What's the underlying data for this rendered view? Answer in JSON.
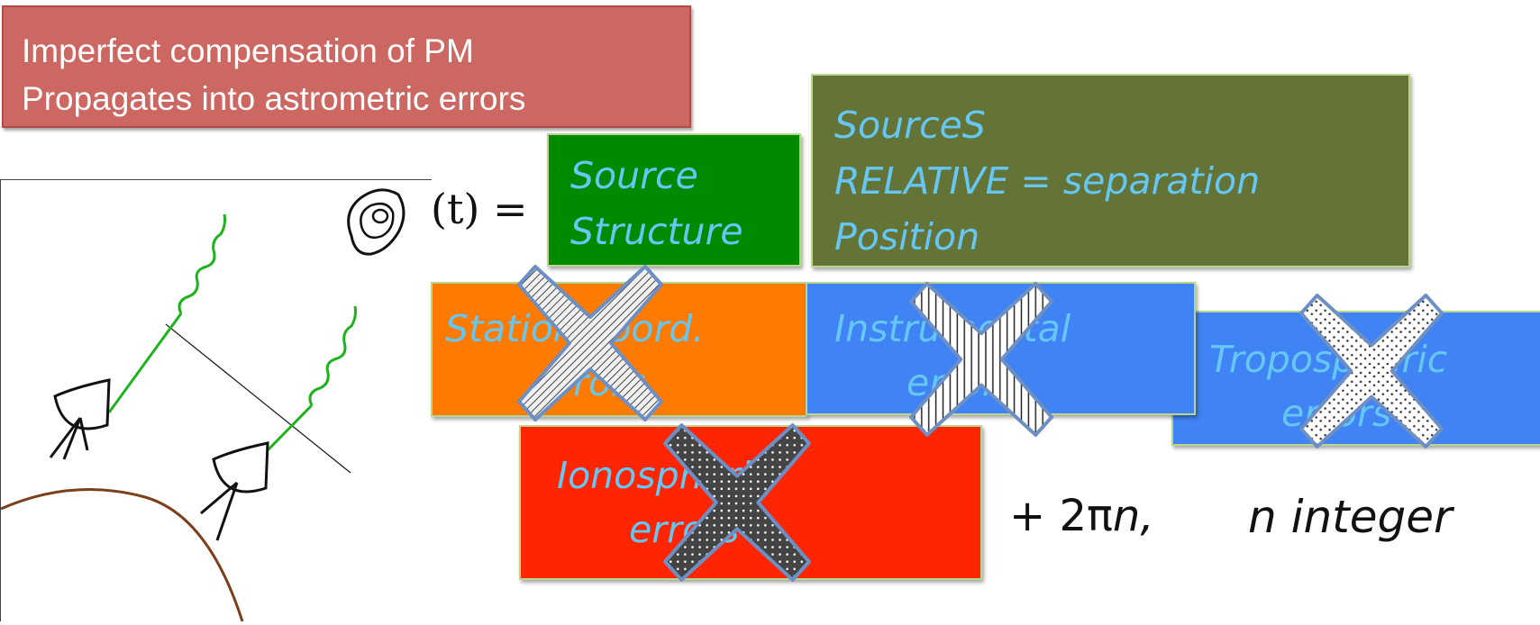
{
  "title_box": {
    "lines": [
      "Imperfect compensation of PM",
      "Propagates into  astrometric errors"
    ]
  },
  "formula": {
    "fragment": "(t) = "
  },
  "boxes": {
    "source_structure": {
      "lines": [
        "Source",
        "Structure"
      ],
      "color": "#008a00"
    },
    "sources_relative": {
      "lines": [
        " SourceS",
        "RELATIVE    = separation",
        "Position"
      ],
      "color": "#647437"
    },
    "station_coord": {
      "lines": [
        "Station coord.",
        "errors"
      ],
      "color": "#ff7a00"
    },
    "instrumental": {
      "lines": [
        "Instrumental",
        "errors"
      ],
      "color": "#3f83f4"
    },
    "tropospheric": {
      "lines": [
        "Tropospheric",
        "errors"
      ],
      "color": "#3f83f4"
    },
    "ionospheric": {
      "lines": [
        "Ionospheric",
        "errors"
      ],
      "color": "#ff2500"
    }
  },
  "phase_term": {
    "prefix": "+ 2π",
    "var": "n,",
    "suffix": "n integer"
  }
}
